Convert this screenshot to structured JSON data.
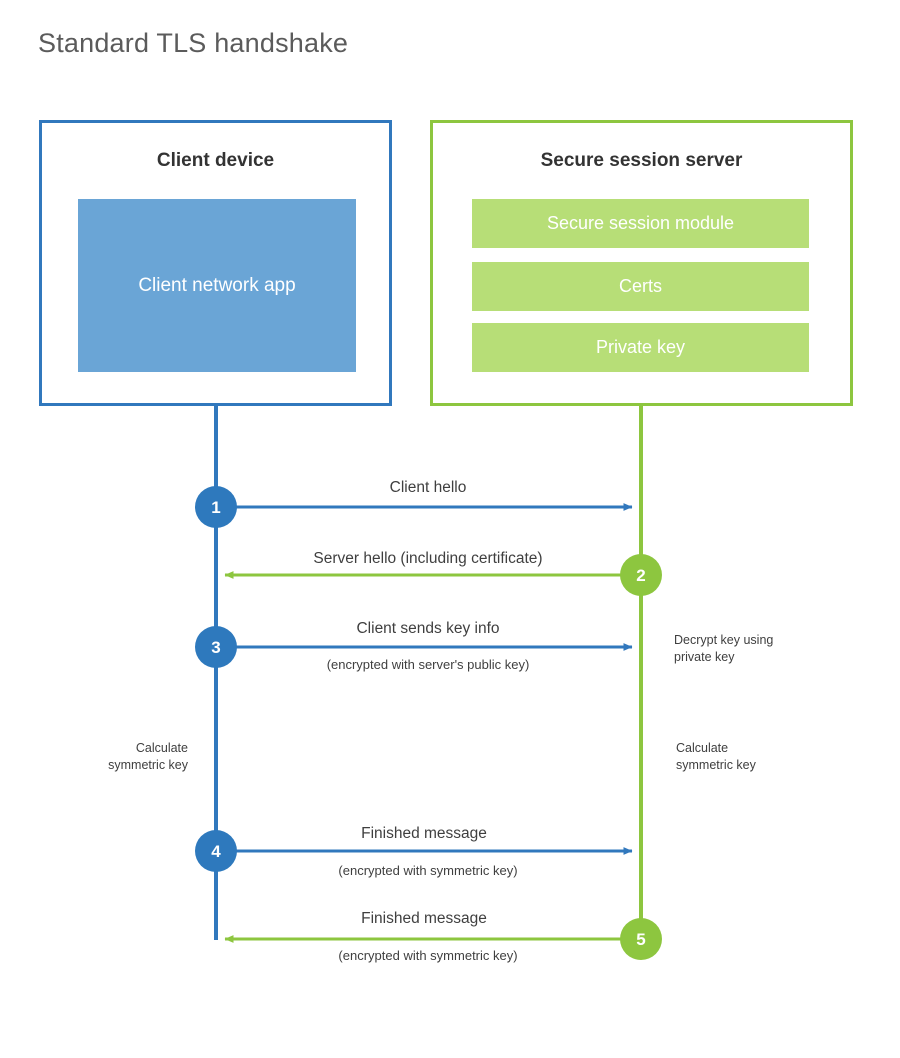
{
  "title": "Standard TLS handshake",
  "colors": {
    "client_border": "#3178bd",
    "client_line": "#3178bd",
    "client_fill": "#6aa5d6",
    "client_circle": "#2e79bd",
    "server_border": "#8dc63f",
    "server_line": "#8dc63f",
    "server_fill": "#b7de77",
    "server_circle": "#8dc63f",
    "title_text": "#5b5b5b",
    "body_text": "#3f3f3f",
    "background": "#ffffff"
  },
  "client": {
    "title": "Client device",
    "components": [
      {
        "label": "Client network app"
      }
    ]
  },
  "server": {
    "title": "Secure session server",
    "components": [
      {
        "label": "Secure session module"
      },
      {
        "label": "Certs"
      },
      {
        "label": "Private key"
      }
    ]
  },
  "messages": [
    {
      "step": "1",
      "label": "Client hello",
      "sublabel": "",
      "direction": "client-to-server",
      "actor": "client"
    },
    {
      "step": "2",
      "label": "Server hello (including certificate)",
      "sublabel": "",
      "direction": "server-to-client",
      "actor": "server"
    },
    {
      "step": "3",
      "label": "Client sends key info",
      "sublabel": "(encrypted with server's public key)",
      "direction": "client-to-server",
      "actor": "client"
    },
    {
      "step": "4",
      "label": "Finished message",
      "sublabel": "(encrypted with symmetric key)",
      "direction": "client-to-server",
      "actor": "client"
    },
    {
      "step": "5",
      "label": "Finished message",
      "sublabel": "(encrypted with symmetric key)",
      "direction": "server-to-client",
      "actor": "server"
    }
  ],
  "notes": {
    "decrypt_key": "Decrypt key using\nprivate key",
    "client_calculate": "Calculate\nsymmetric key",
    "server_calculate": "Calculate\nsymmetric key"
  }
}
